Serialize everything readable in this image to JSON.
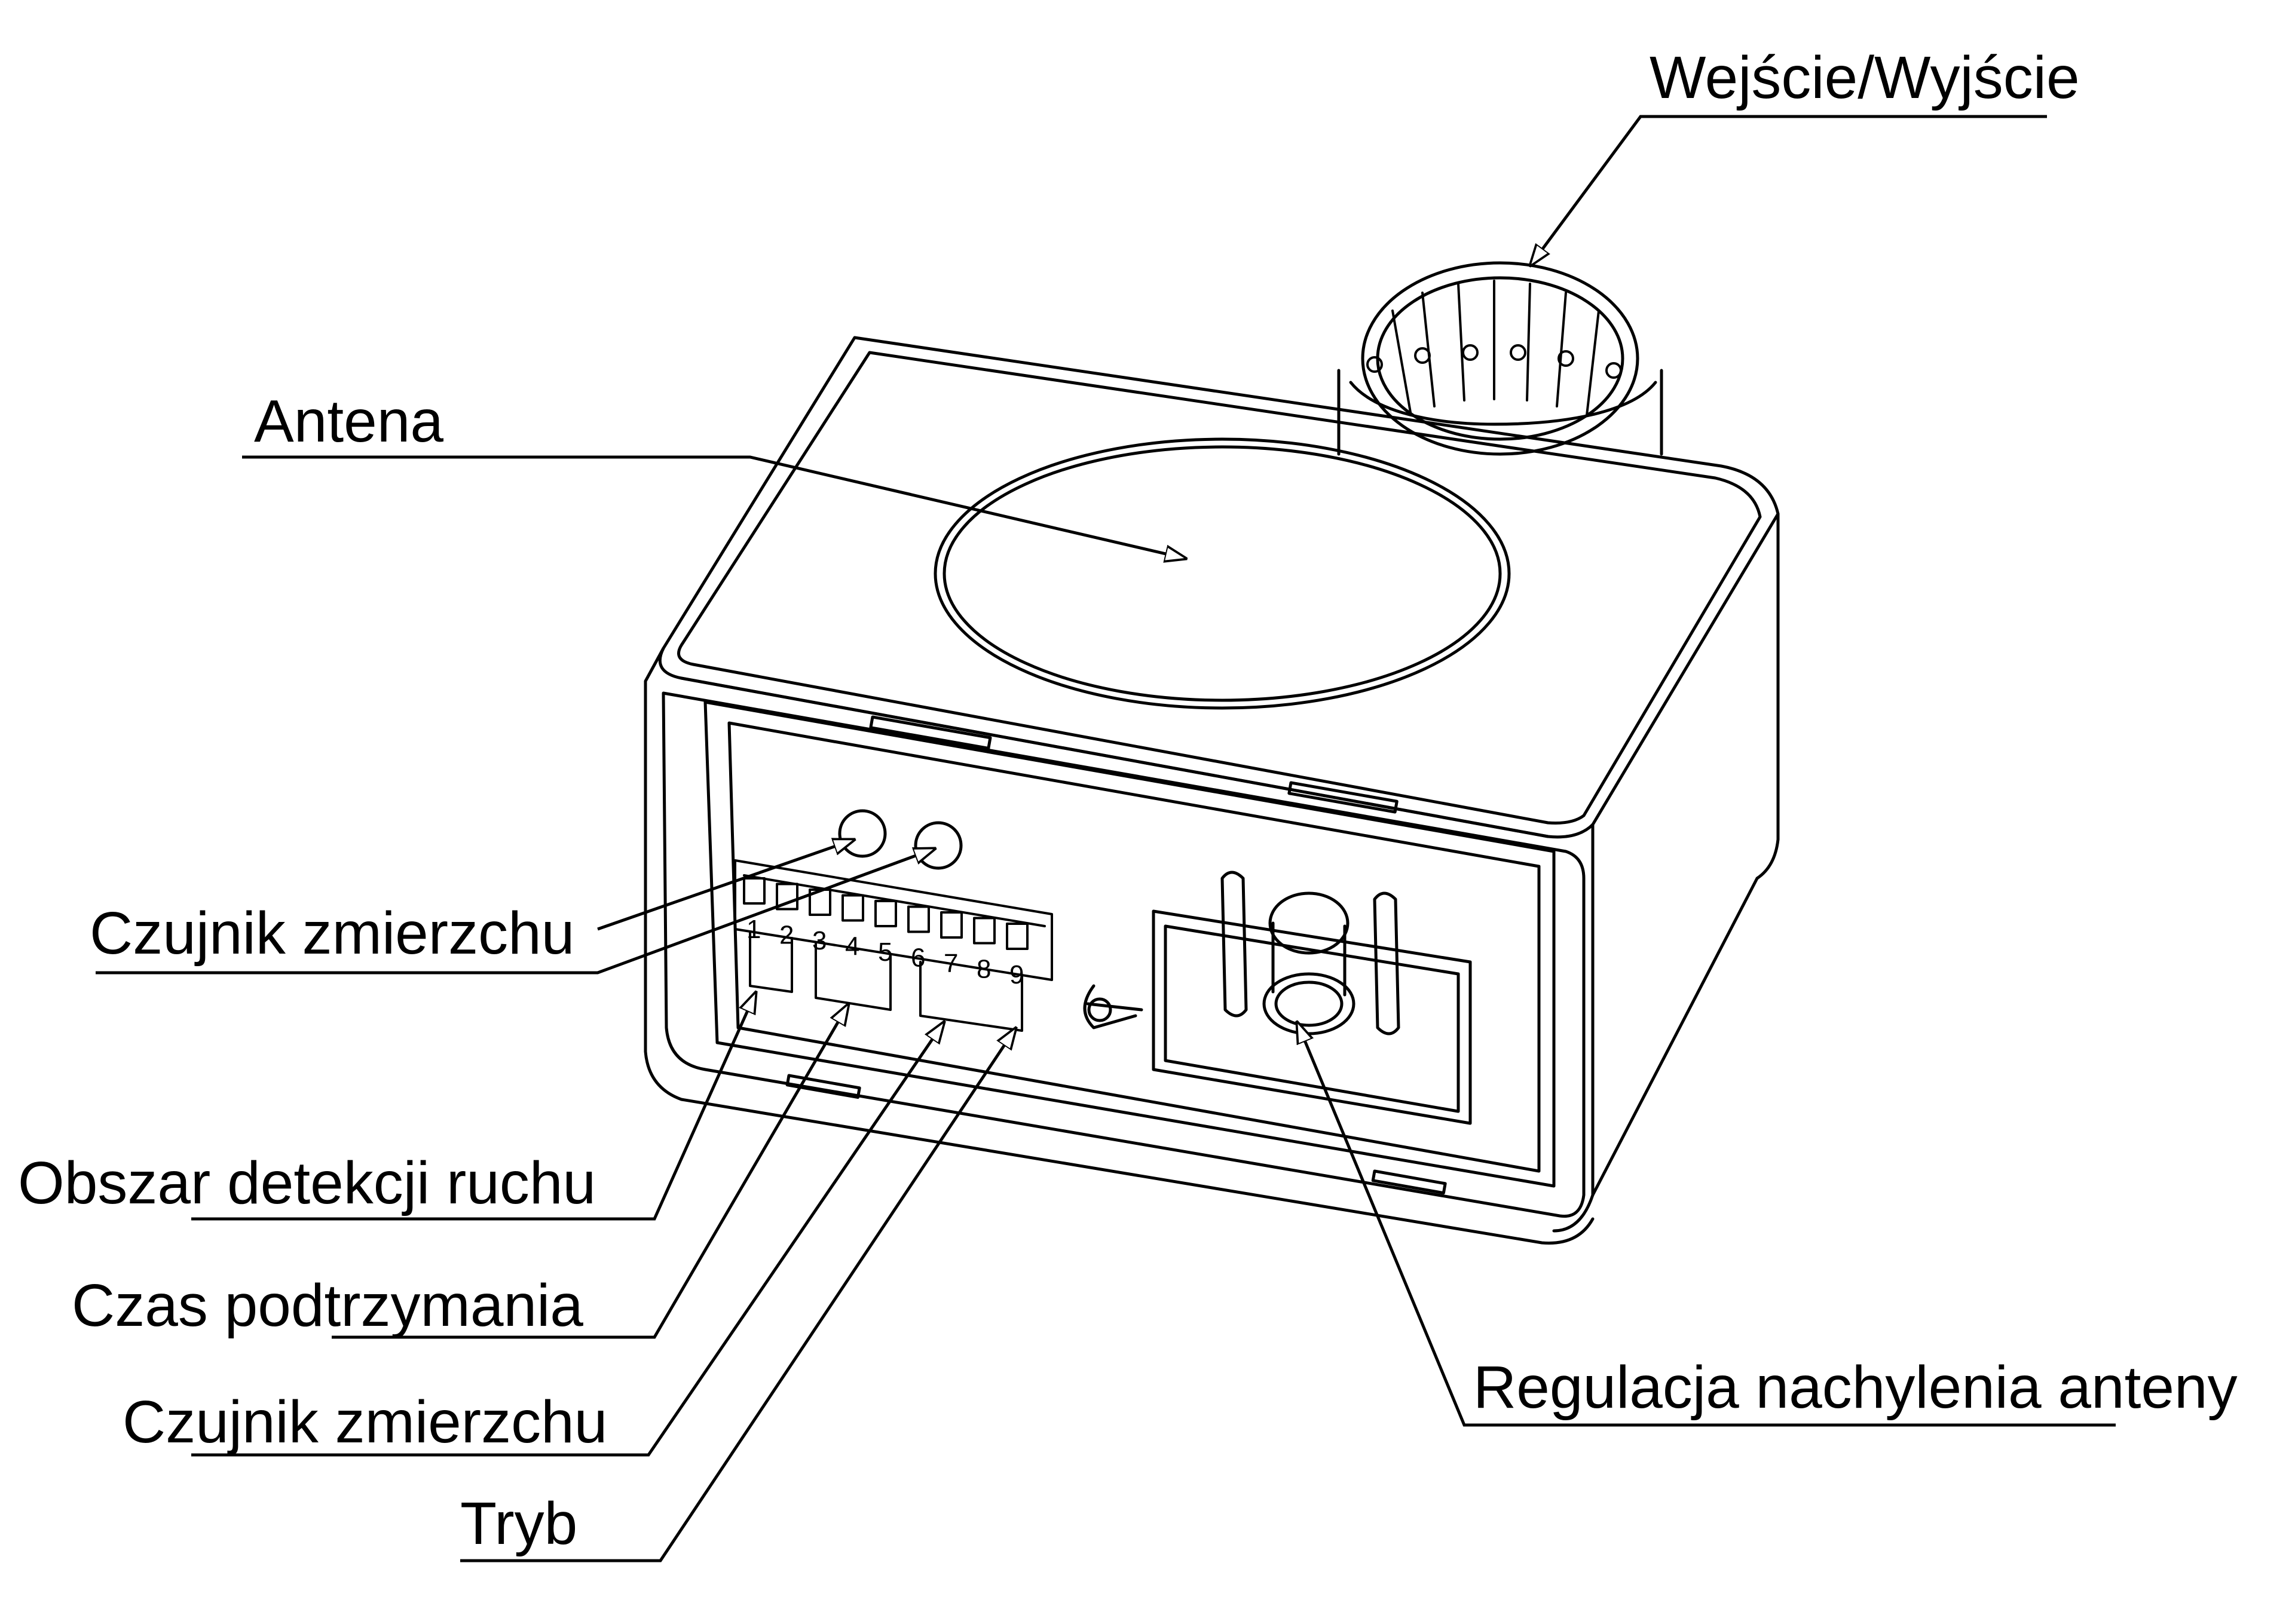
{
  "labels": {
    "input_output": "Wejście/Wyjście",
    "antenna": "Antena",
    "twilight_sensor_top": "Czujnik zmierzchu",
    "detection_area": "Obszar detekcji ruchu",
    "hold_time": "Czas podtrzymania",
    "twilight_sensor_bottom": "Czujnik zmierzchu",
    "mode": "Tryb",
    "antenna_tilt": "Regulacja nachylenia anteny"
  },
  "dip_numbers": [
    "1",
    "2",
    "3",
    "4",
    "5",
    "6",
    "7",
    "8",
    "9"
  ],
  "colors": {
    "line": "#000000",
    "background": "#ffffff"
  }
}
